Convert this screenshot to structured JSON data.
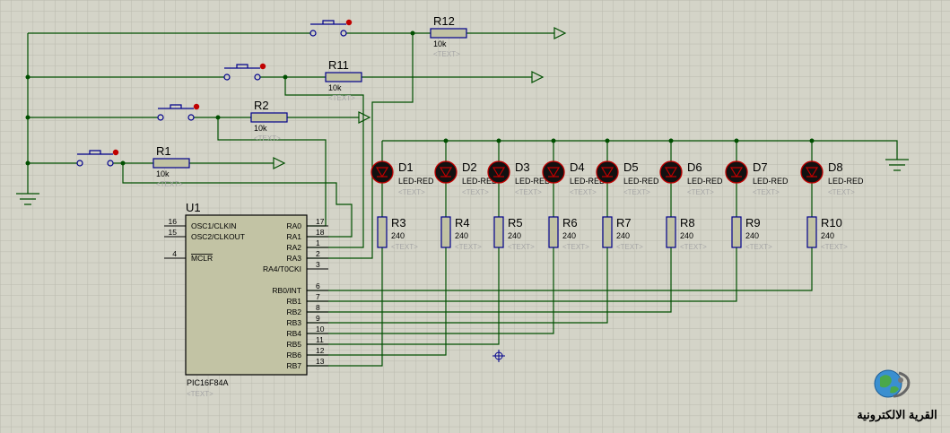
{
  "colors": {
    "background": "#d4d4c8",
    "grid": "#b9b9ad",
    "wire": "#004f00",
    "component": "#00008b",
    "component_fill": "#c2c3a4",
    "led": "#c00000",
    "text": "#000000",
    "placeholder_text": "#a6a6a6"
  },
  "text_placeholder": "<TEXT>",
  "mcu": {
    "ref": "U1",
    "part": "PIC16F84A",
    "left_pins": [
      {
        "num": "16",
        "name": "OSC1/CLKIN"
      },
      {
        "num": "15",
        "name": "OSC2/CLKOUT"
      },
      {
        "num": "4",
        "name": "MCLR"
      }
    ],
    "right_pins": [
      {
        "num": "17",
        "name": "RA0"
      },
      {
        "num": "18",
        "name": "RA1"
      },
      {
        "num": "1",
        "name": "RA2"
      },
      {
        "num": "2",
        "name": "RA3"
      },
      {
        "num": "3",
        "name": "RA4/T0CKI"
      },
      {
        "num": "6",
        "name": "RB0/INT"
      },
      {
        "num": "7",
        "name": "RB1"
      },
      {
        "num": "8",
        "name": "RB2"
      },
      {
        "num": "9",
        "name": "RB3"
      },
      {
        "num": "10",
        "name": "RB4"
      },
      {
        "num": "11",
        "name": "RB5"
      },
      {
        "num": "12",
        "name": "RB6"
      },
      {
        "num": "13",
        "name": "RB7"
      }
    ]
  },
  "input_resistors": [
    {
      "ref": "R12",
      "value": "10k"
    },
    {
      "ref": "R11",
      "value": "10k"
    },
    {
      "ref": "R2",
      "value": "10k"
    },
    {
      "ref": "R1",
      "value": "10k"
    }
  ],
  "leds": [
    {
      "ref": "D1",
      "value": "LED-RED"
    },
    {
      "ref": "D2",
      "value": "LED-RED"
    },
    {
      "ref": "D3",
      "value": "LED-RED"
    },
    {
      "ref": "D4",
      "value": "LED-RED"
    },
    {
      "ref": "D5",
      "value": "LED-RED"
    },
    {
      "ref": "D6",
      "value": "LED-RED"
    },
    {
      "ref": "D7",
      "value": "LED-RED"
    },
    {
      "ref": "D8",
      "value": "LED-RED"
    }
  ],
  "led_resistors": [
    {
      "ref": "R3",
      "value": "240"
    },
    {
      "ref": "R4",
      "value": "240"
    },
    {
      "ref": "R5",
      "value": "240"
    },
    {
      "ref": "R6",
      "value": "240"
    },
    {
      "ref": "R7",
      "value": "240"
    },
    {
      "ref": "R8",
      "value": "240"
    },
    {
      "ref": "R9",
      "value": "240"
    },
    {
      "ref": "R10",
      "value": "240"
    }
  ],
  "logo": {
    "text": "القرية الالكترونية",
    "icon": "globe-logo-icon"
  }
}
